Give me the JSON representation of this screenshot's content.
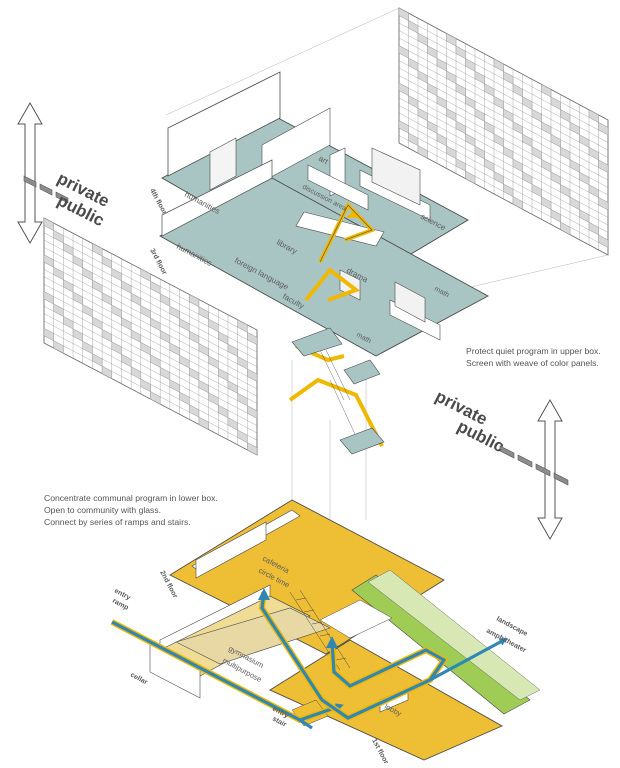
{
  "zones": {
    "private": "private",
    "public": "public"
  },
  "notes": {
    "upper": [
      "Protect quiet program in upper box.",
      "Screen with weave of color panels."
    ],
    "lower": [
      "Concentrate communal program in lower box.",
      "Open to community with glass.",
      "Connect by series of ramps and stairs."
    ]
  },
  "floors": {
    "fourth": "4th floor",
    "third": "3rd floor",
    "second": "2nd floor",
    "first": "1st floor"
  },
  "rooms": {
    "humanities_4": "humanities",
    "discussion_area": "discussion area",
    "art": "art",
    "science": "science",
    "humanities_3": "humanities",
    "foreign_language": "foreign language",
    "library": "library",
    "drama": "drama",
    "faculty": "faculty",
    "math_3a": "math",
    "math_3b": "math",
    "cafeteria": "cafeteria",
    "circle_time": "circle time",
    "gymnasium": "gymnasium",
    "multipurpose": "multipurpose",
    "lobby": "lobby",
    "landscape_amphitheater": "landscape amphitheater",
    "entry_ramp": "entry ramp",
    "entry_stair": "entry stair",
    "cellar": "cellar"
  },
  "colors": {
    "upper_floor": "#a9c5c3",
    "lower_floor": "#eebe35",
    "circulation": "#2f87b6",
    "ramp_yellow": "#f0b800",
    "green": "#9ecc55",
    "line": "#4b4b4b"
  }
}
